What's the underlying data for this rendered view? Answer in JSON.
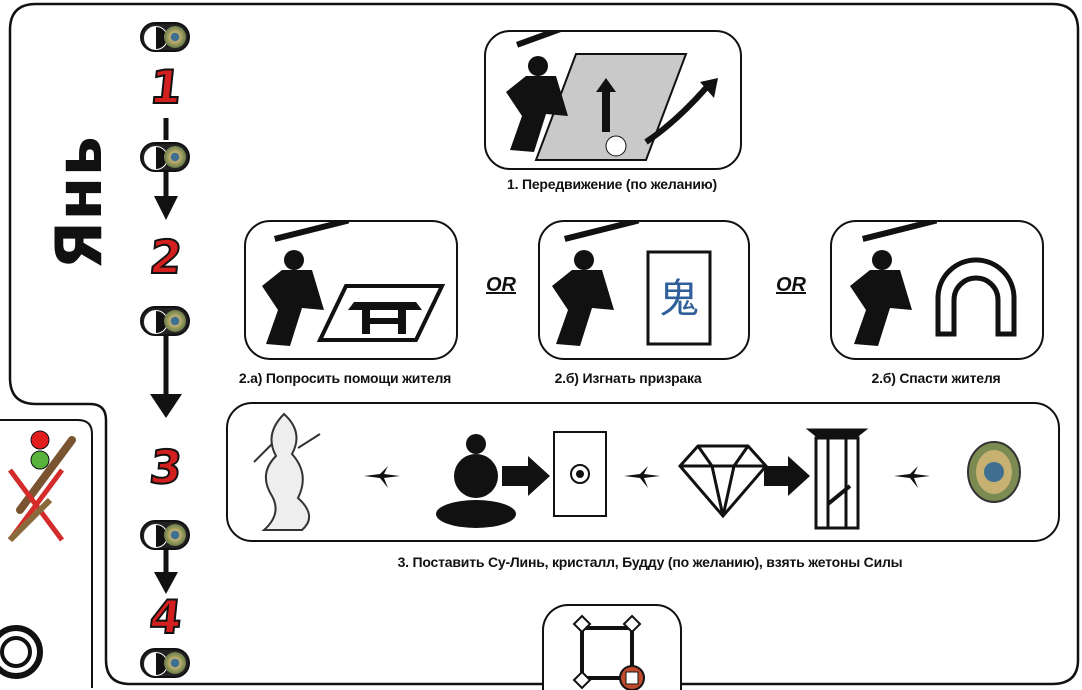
{
  "title": "Янь",
  "steps": [
    "1",
    "2",
    "3",
    "4"
  ],
  "or_label": "OR",
  "captions": {
    "move": "1. Передвижение (по желанию)",
    "ask": "2.а) Попросить помощи жителя",
    "exorcise": "2.б) Изгнать призрака",
    "rescue": "2.б) Спасти жителя",
    "place": "3. Поставить Су-Линь, кристалл, Будду (по желанию), взять жетоны Силы"
  },
  "ghost_glyph": "鬼",
  "colors": {
    "step_number": "#d41f1f",
    "border": "#111111",
    "arrow": "#111111"
  },
  "icons": [
    "yin-yang-icon",
    "power-token-icon",
    "warrior-icon",
    "tile-icon",
    "arrow-icon",
    "ghost-card-icon",
    "horseshoe-icon",
    "su-ling-figure-icon",
    "buddha-icon",
    "crystal-icon",
    "tower-icon",
    "sword-icon"
  ]
}
